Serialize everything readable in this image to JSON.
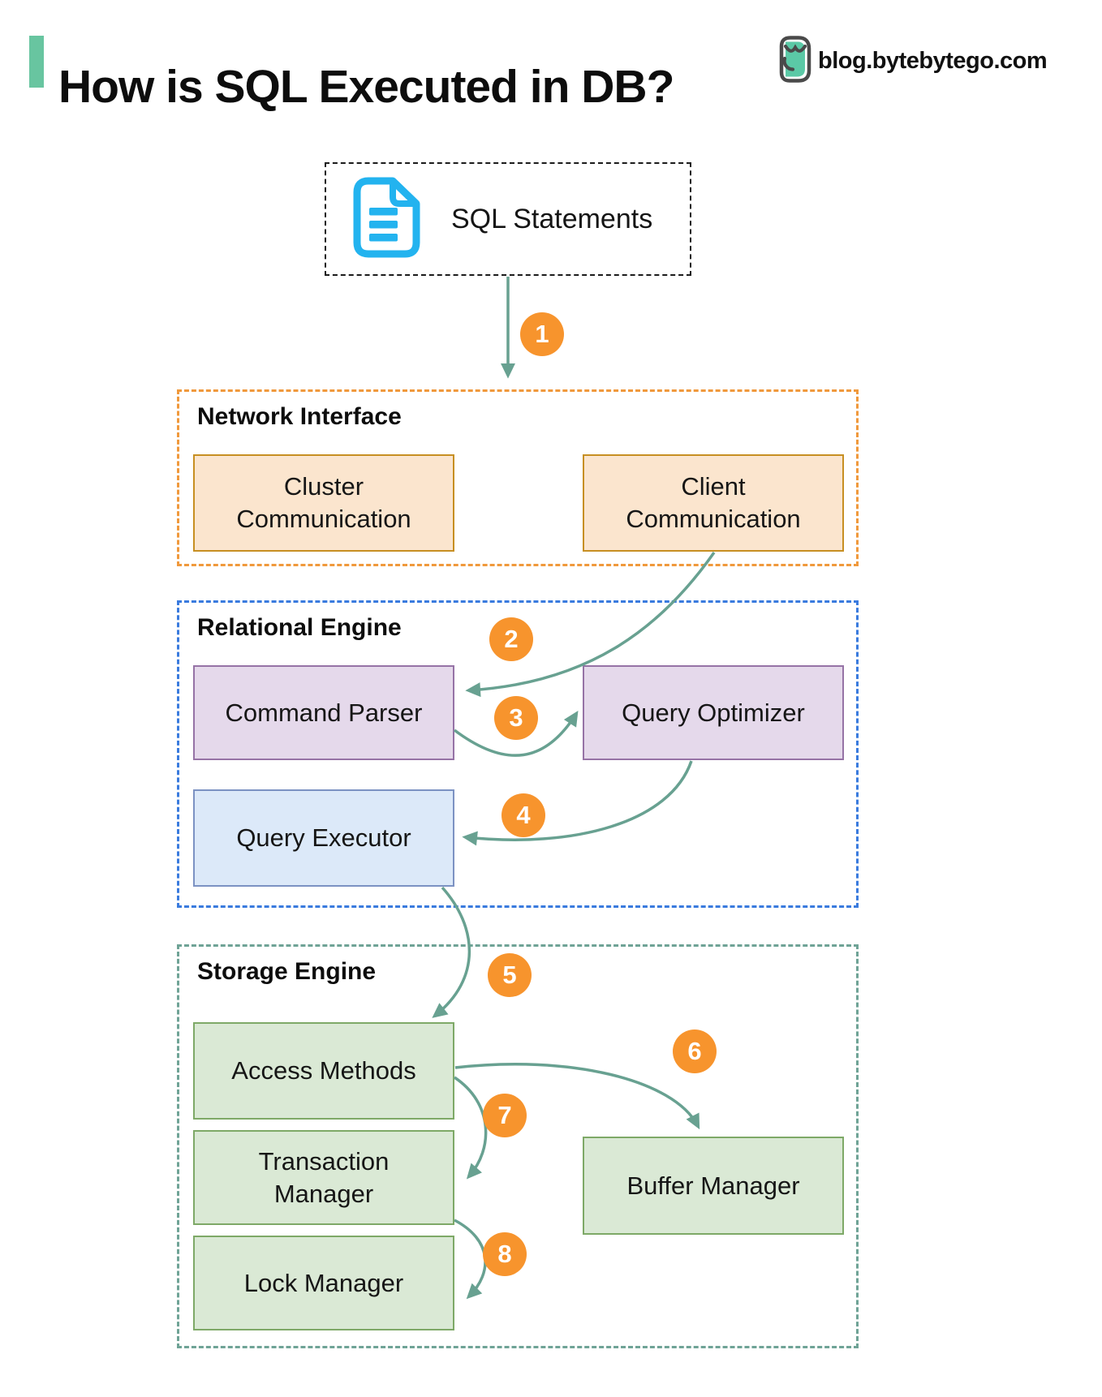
{
  "page": {
    "title": "How is SQL Executed in DB?",
    "brand": "blog.bytebytego.com"
  },
  "colors": {
    "accent_green": "#68C5A0",
    "arrow": "#68A191",
    "step_badge": "#F7942D",
    "step_badge_text": "#FFFFFF",
    "network_border": "#F0993C",
    "relational_border": "#3A7BDE",
    "storage_border": "#6FA396",
    "orange_box_fill": "#FBE5CE",
    "orange_box_stroke": "#C78F22",
    "purple_box_fill": "#E5D9EB",
    "purple_box_stroke": "#9673A6",
    "blue_box_fill": "#DCE9F9",
    "blue_box_stroke": "#7C92C3",
    "green_box_fill": "#DAE9D5",
    "green_box_stroke": "#7EA967",
    "document_icon": "#23B3EF"
  },
  "source": {
    "label": "SQL Statements",
    "icon": "sql-document-icon"
  },
  "steps": [
    "1",
    "2",
    "3",
    "4",
    "5",
    "6",
    "7",
    "8"
  ],
  "sections": {
    "network_interface": {
      "label": "Network Interface",
      "boxes": [
        {
          "label": "Cluster Communication"
        },
        {
          "label": "Client Communication"
        }
      ]
    },
    "relational_engine": {
      "label": "Relational Engine",
      "boxes": [
        {
          "label": "Command Parser"
        },
        {
          "label": "Query Optimizer"
        },
        {
          "label": "Query Executor"
        }
      ]
    },
    "storage_engine": {
      "label": "Storage Engine",
      "boxes": [
        {
          "label": "Access Methods"
        },
        {
          "label": "Transaction Manager"
        },
        {
          "label": "Buffer Manager"
        },
        {
          "label": "Lock Manager"
        }
      ]
    }
  },
  "flows": [
    {
      "step": "1",
      "from": "SQL Statements",
      "to": "Network Interface"
    },
    {
      "step": "2",
      "from": "Client Communication",
      "to": "Command Parser"
    },
    {
      "step": "3",
      "from": "Command Parser",
      "to": "Query Optimizer"
    },
    {
      "step": "4",
      "from": "Query Optimizer",
      "to": "Query Executor"
    },
    {
      "step": "5",
      "from": "Query Executor",
      "to": "Access Methods"
    },
    {
      "step": "6",
      "from": "Access Methods",
      "to": "Buffer Manager"
    },
    {
      "step": "7",
      "from": "Access Methods",
      "to": "Transaction Manager"
    },
    {
      "step": "8",
      "from": "Transaction Manager",
      "to": "Lock Manager"
    }
  ]
}
